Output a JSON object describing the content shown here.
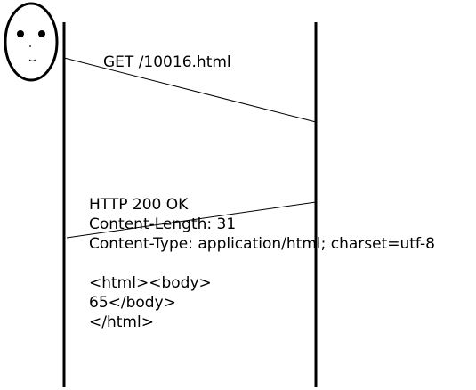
{
  "request": {
    "label": "GET /10016.html"
  },
  "response": {
    "lines": [
      "HTTP 200 OK",
      "Content-Length: 31",
      "Content-Type: application/html; charset=utf-8",
      "",
      "<html><body>",
      "65</body>",
      "</html>"
    ]
  },
  "client": {
    "icon": "smiley-face-icon"
  }
}
